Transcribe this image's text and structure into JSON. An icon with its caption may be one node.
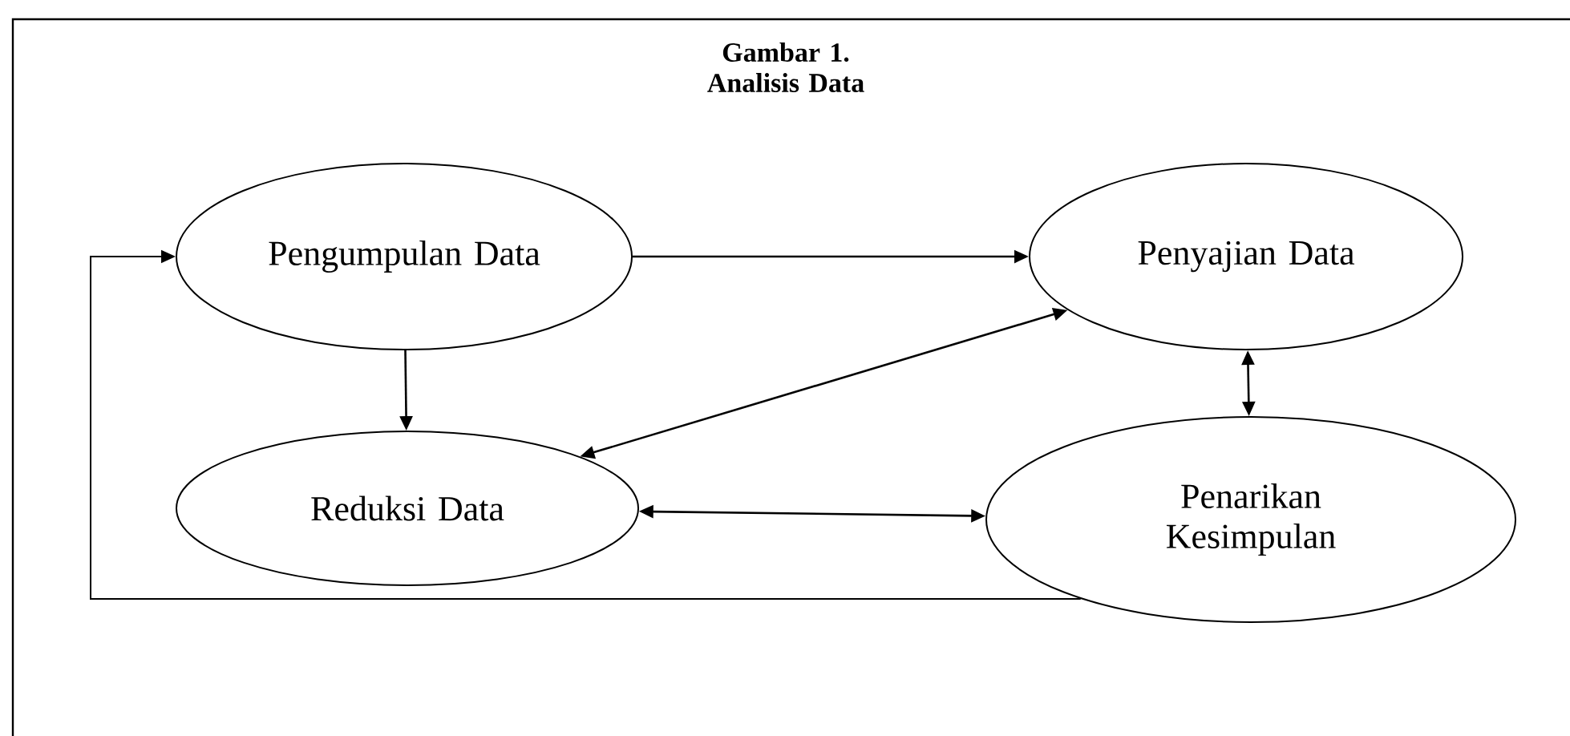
{
  "diagram": {
    "title": "Gambar 1. Analisis Data",
    "nodes": [
      {
        "text": [
          "Pengumpulan Data"
        ]
      },
      {
        "text": [
          "Reduksi Data"
        ]
      },
      {
        "text": [
          "Penyajian Data"
        ]
      },
      {
        "text": [
          "Penarikan Kesimpulan"
        ]
      }
    ],
    "edges": [
      {
        "from": 0,
        "to": 2,
        "arrow": "to"
      },
      {
        "from": 0,
        "to": 1,
        "arrow": "to"
      },
      {
        "from": 1,
        "to": 2,
        "arrow": "both"
      },
      {
        "from": 1,
        "to": 3,
        "arrow": "both"
      },
      {
        "from": 2,
        "to": 3,
        "arrow": "both"
      },
      {
        "from": 3,
        "to": 0,
        "arrow": "to"
      }
    ]
  }
}
